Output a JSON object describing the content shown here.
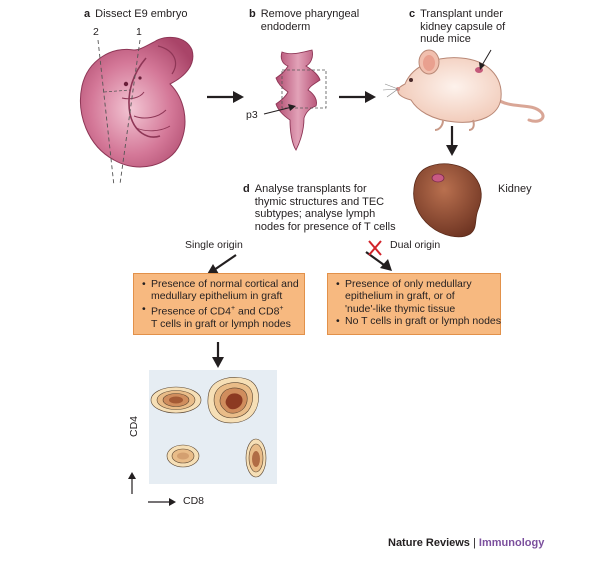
{
  "steps": {
    "a": {
      "letter": "a",
      "label": "Dissect E9 embryo"
    },
    "b": {
      "letter": "b",
      "label": "Remove pharyngeal\nendoderm"
    },
    "c": {
      "letter": "c",
      "label": "Transplant under\nkidney capsule of\nnude mice"
    },
    "d": {
      "letter": "d",
      "label": "Analyse transplants for\nthymic structures and TEC\nsubtypes; analyse lymph\nnodes for presence of T cells"
    }
  },
  "embryo": {
    "cut_label_2": "2",
    "cut_label_1": "1"
  },
  "endoderm": {
    "pouch_label": "p3"
  },
  "kidney": {
    "label": "Kidney"
  },
  "branches": {
    "single": "Single origin",
    "dual": "Dual origin"
  },
  "box_single": {
    "bullet": "•",
    "item1": "Presence of normal cortical and\nmedullary epithelium in graft",
    "item2_pre": "Presence of CD4",
    "item2_sup1": "+",
    "item2_mid": " and CD8",
    "item2_sup2": "+",
    "item2_post": "\nT cells in graft or lymph nodes"
  },
  "box_dual": {
    "bullet": "•",
    "item1": "Presence of only medullary\nepithelium in graft, or of\n'nude'-like thymic tissue",
    "item2": "No T cells in graft or lymph nodes"
  },
  "flow_plot": {
    "x_axis_label": "CD8",
    "y_axis_label": "CD4"
  },
  "credit": {
    "journal": "Nature Reviews",
    "separator": " | ",
    "subject": "Immunology"
  },
  "colors": {
    "embryo": "#c25a7c",
    "endoderm": "#cc6a8a",
    "box_fill": "#f7b980",
    "box_border": "#e2914a",
    "kidney": "#8f4a35",
    "cross_red": "#d2232a",
    "plot_bg": "#e6edf3",
    "credit_subject": "#7b4f9d"
  }
}
